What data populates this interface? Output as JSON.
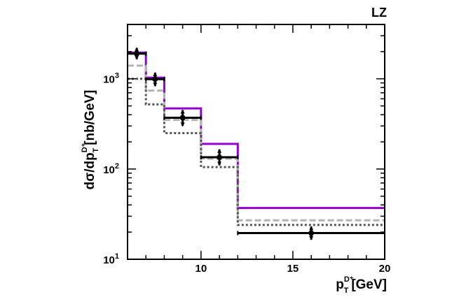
{
  "chart_data": {
    "type": "step-histogram",
    "corner_label": "LZ",
    "xlabel": {
      "main": "p",
      "sub": "T",
      "sup": "D⁺",
      "unit": "[GeV]"
    },
    "ylabel": {
      "prefix": "dσ/dp",
      "sub": "T",
      "sup": "D⁺",
      "unit": "[nb/GeV]"
    },
    "xlim": [
      6,
      20
    ],
    "ylim": [
      10,
      4000
    ],
    "yscale": "log",
    "x_ticks": [
      {
        "value": 10,
        "label": "10"
      },
      {
        "value": 15,
        "label": "15"
      },
      {
        "value": 20,
        "label": "20"
      }
    ],
    "y_ticks": [
      {
        "value": 10,
        "base": "10",
        "exp": "1"
      },
      {
        "value": 100,
        "base": "10",
        "exp": "2"
      },
      {
        "value": 1000,
        "base": "10",
        "exp": "3"
      }
    ],
    "bin_edges": [
      6,
      7,
      8,
      10,
      12,
      20
    ],
    "series": [
      {
        "style": "solid",
        "color": "#9400d3",
        "values": [
          1950,
          1030,
          470,
          190,
          37
        ]
      },
      {
        "style": "dashed",
        "color": "#b4b4b4",
        "values": [
          1400,
          740,
          350,
          130,
          27
        ]
      },
      {
        "style": "dotted",
        "color": "#555555",
        "values": [
          1000,
          520,
          250,
          105,
          24
        ]
      }
    ],
    "data_points": [
      {
        "x": 6.5,
        "xerr": 0.5,
        "y": 1900,
        "yerr_low": 250,
        "yerr_high": 300
      },
      {
        "x": 7.5,
        "xerr": 0.5,
        "y": 990,
        "yerr_low": 160,
        "yerr_high": 180
      },
      {
        "x": 9.0,
        "xerr": 1.0,
        "y": 370,
        "yerr_low": 70,
        "yerr_high": 80
      },
      {
        "x": 11.0,
        "xerr": 1.0,
        "y": 135,
        "yerr_low": 25,
        "yerr_high": 30
      },
      {
        "x": 16.0,
        "xerr": 4.0,
        "y": 19.5,
        "yerr_low": 3,
        "yerr_high": 3.5
      }
    ]
  }
}
